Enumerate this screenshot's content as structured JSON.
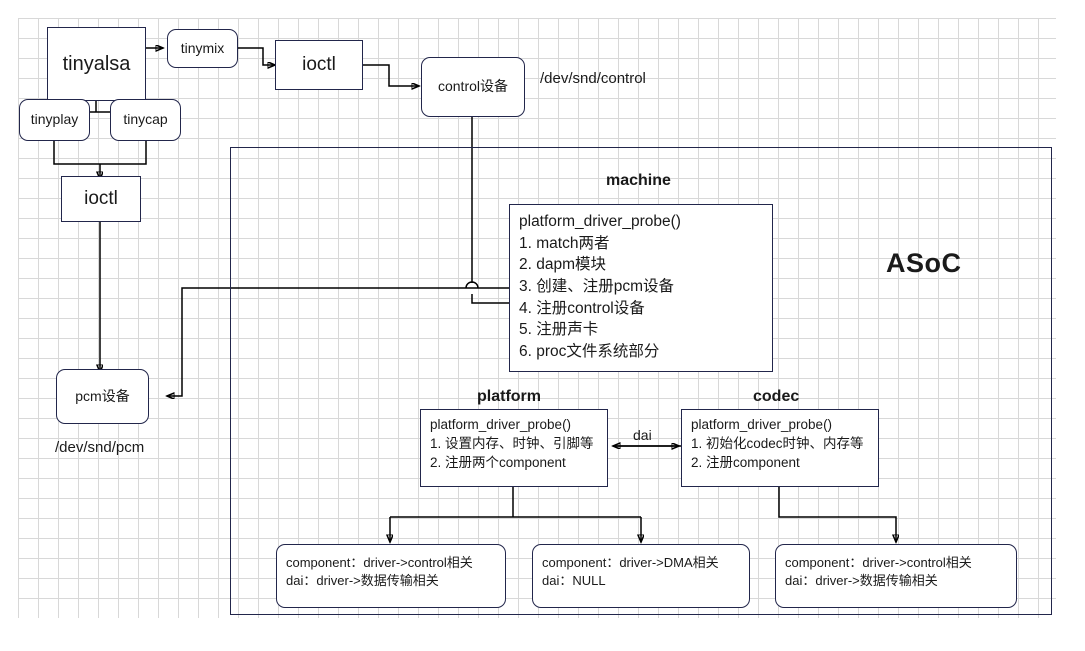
{
  "diagram": {
    "title": "tinyalsa / ASoC architecture",
    "group_label": "ASoC",
    "colors": {
      "box_border": "#22264b",
      "wire": "#000000",
      "grid": "#d8d8d8",
      "background": "#ffffff"
    }
  },
  "nodes": {
    "tinyalsa": "tinyalsa",
    "tinymix": "tinymix",
    "user_ioctl_top": "ioctl",
    "control_device": "control设备",
    "tinyplay": "tinyplay",
    "tinycap": "tinycap",
    "user_ioctl_bottom": "ioctl",
    "pcm_device": "pcm设备"
  },
  "labels": {
    "dev_snd_control": "/dev/snd/control",
    "dev_snd_pcm": "/dev/snd/pcm",
    "dai": "dai"
  },
  "groups": {
    "machine": {
      "title": "machine",
      "lines": [
        "platform_driver_probe()",
        "1. match两者",
        "2. dapm模块",
        "3. 创建、注册pcm设备",
        "4. 注册control设备",
        "5. 注册声卡",
        "6. proc文件系统部分"
      ]
    },
    "platform": {
      "title": "platform",
      "lines": [
        "platform_driver_probe()",
        "1. 设置内存、时钟、引脚等",
        "2. 注册两个component"
      ]
    },
    "codec": {
      "title": "codec",
      "lines": [
        "platform_driver_probe()",
        "1. 初始化codec时钟、内存等",
        "2. 注册component"
      ]
    }
  },
  "components": [
    {
      "name": "platform-component-control",
      "lines": [
        "component：driver->control相关",
        "dai：driver->数据传输相关"
      ]
    },
    {
      "name": "platform-component-dma",
      "lines": [
        "component：driver->DMA相关",
        "dai：NULL"
      ]
    },
    {
      "name": "codec-component-control",
      "lines": [
        "component：driver->control相关",
        "dai：driver->数据传输相关"
      ]
    }
  ]
}
